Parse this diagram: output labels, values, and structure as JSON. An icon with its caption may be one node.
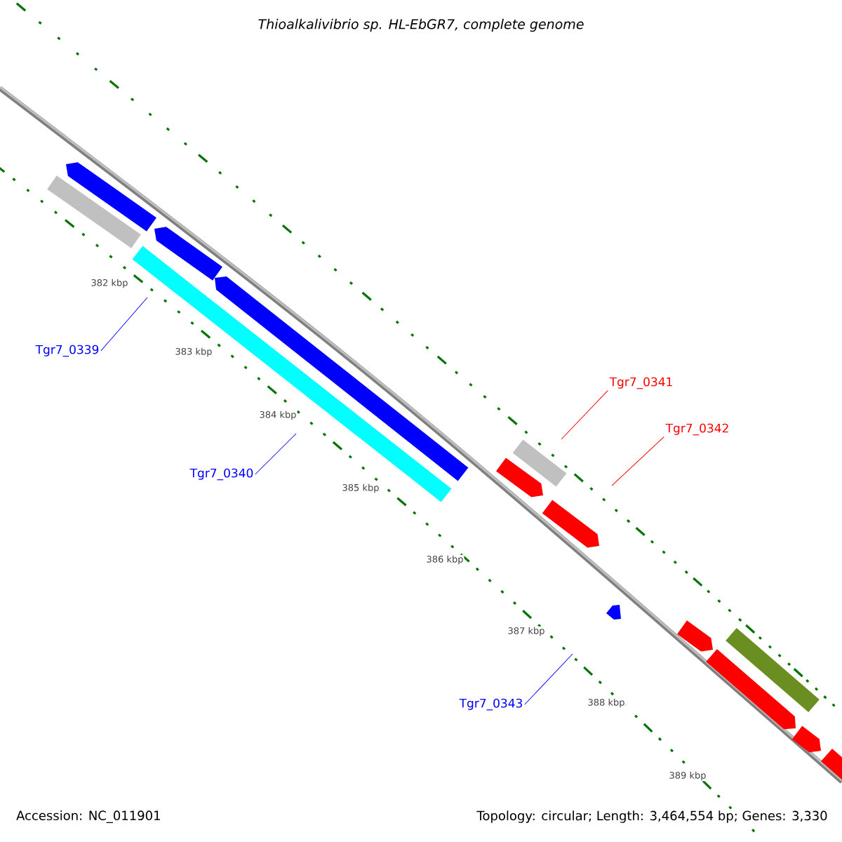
{
  "diagram": {
    "title": "Thioalkalivibrio sp. HL-EbGR7, complete genome",
    "nodes": [
      {
        "text": [
          "Tgr7_0339"
        ]
      },
      {
        "text": [
          "Tgr7_0340"
        ]
      },
      {
        "text": [
          "Tgr7_0341"
        ]
      },
      {
        "text": [
          "Tgr7_0342"
        ]
      },
      {
        "text": [
          "Tgr7_0343"
        ]
      }
    ],
    "edges": [
      {
        "from": 0,
        "to": null,
        "arrow": "none",
        "color": "#0000ff"
      },
      {
        "from": 1,
        "to": null,
        "arrow": "none",
        "color": "#0000ff"
      },
      {
        "from": 2,
        "to": null,
        "arrow": "none",
        "color": "#ff0000"
      },
      {
        "from": 3,
        "to": null,
        "arrow": "none",
        "color": "#ff0000"
      },
      {
        "from": 4,
        "to": null,
        "arrow": "none",
        "color": "#0000ff"
      }
    ],
    "labels": [
      "382 kbp",
      "383 kbp",
      "384 kbp",
      "385 kbp",
      "386 kbp",
      "387 kbp",
      "388 kbp",
      "389 kbp",
      "Accession: NC_011901",
      "Topology: circular; Length: 3,464,554 bp; Genes: 3,330"
    ]
  }
}
